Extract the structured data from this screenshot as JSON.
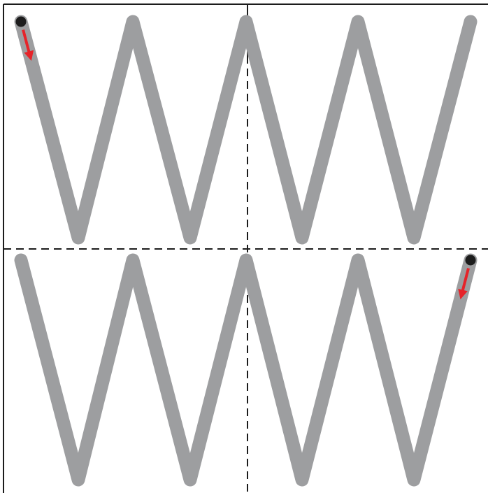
{
  "worksheet": {
    "colors": {
      "stroke": "#9d9ea0",
      "frame": "#1c1c1c",
      "guide": "#1c1c1c",
      "start_dot": "#1c1c1c",
      "arrow": "#e62329",
      "background": "#ffffff"
    },
    "rows": [
      {
        "name": "top",
        "start_side": "left",
        "arrow_direction": "down"
      },
      {
        "name": "bottom",
        "start_side": "right",
        "arrow_direction": "down"
      }
    ],
    "zigzag_peaks_per_row": 5,
    "zigzag_valleys_per_row": 4
  }
}
